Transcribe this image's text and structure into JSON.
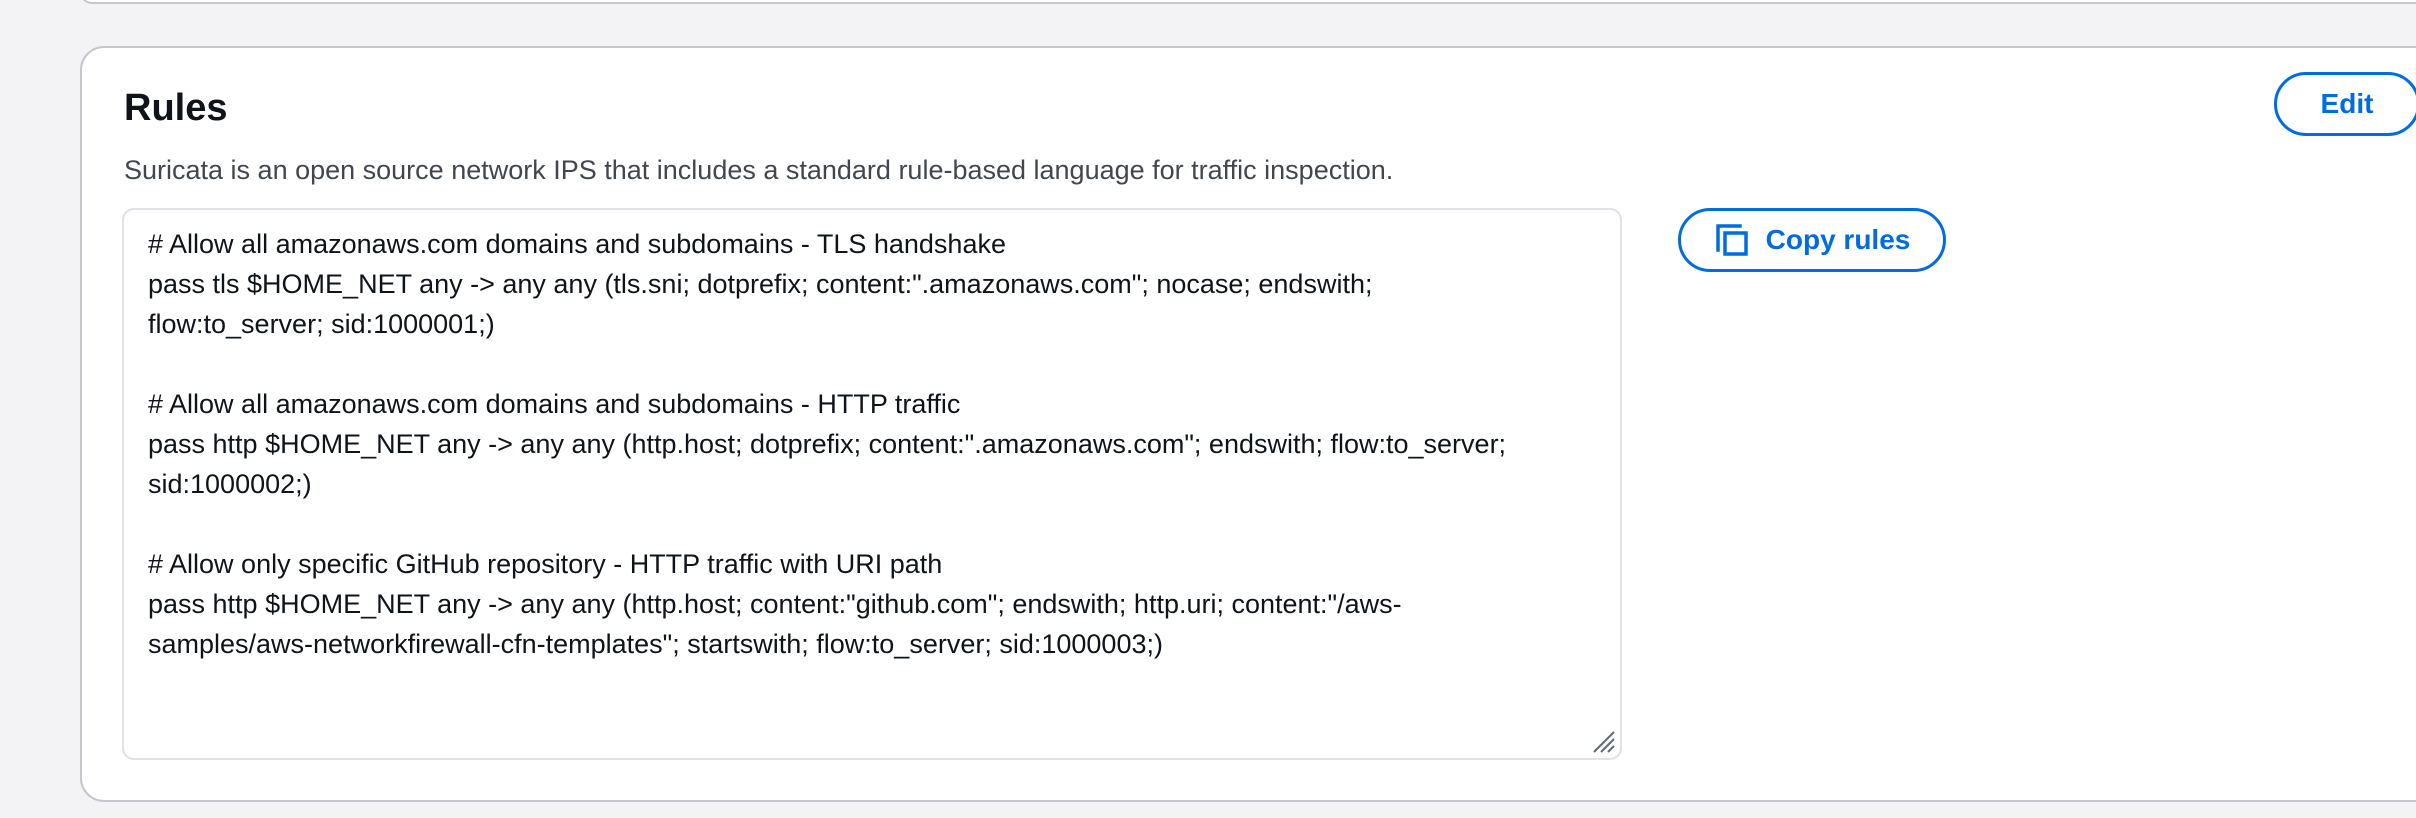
{
  "section": {
    "title": "Rules",
    "description": "Suricata is an open source network IPS that includes a standard rule-based language for traffic inspection.",
    "edit_label": "Edit",
    "copy_label": "Copy rules",
    "copy_icon": "copy-icon"
  },
  "rules_lines": [
    "# Allow all amazonaws.com domains and subdomains - TLS handshake",
    "pass tls $HOME_NET any -> any any (tls.sni; dotprefix; content:\".amazonaws.com\"; nocase; endswith;",
    "flow:to_server; sid:1000001;)",
    "",
    "# Allow all amazonaws.com domains and subdomains - HTTP traffic",
    "pass http $HOME_NET any -> any any (http.host; dotprefix; content:\".amazonaws.com\"; endswith; flow:to_server;",
    "sid:1000002;)",
    "",
    "# Allow only specific GitHub repository - HTTP traffic with URI path",
    "pass http $HOME_NET any -> any any (http.host; content:\"github.com\"; endswith; http.uri; content:\"/aws-",
    "samples/aws-networkfirewall-cfn-templates\"; startswith; flow:to_server; sid:1000003;)"
  ]
}
